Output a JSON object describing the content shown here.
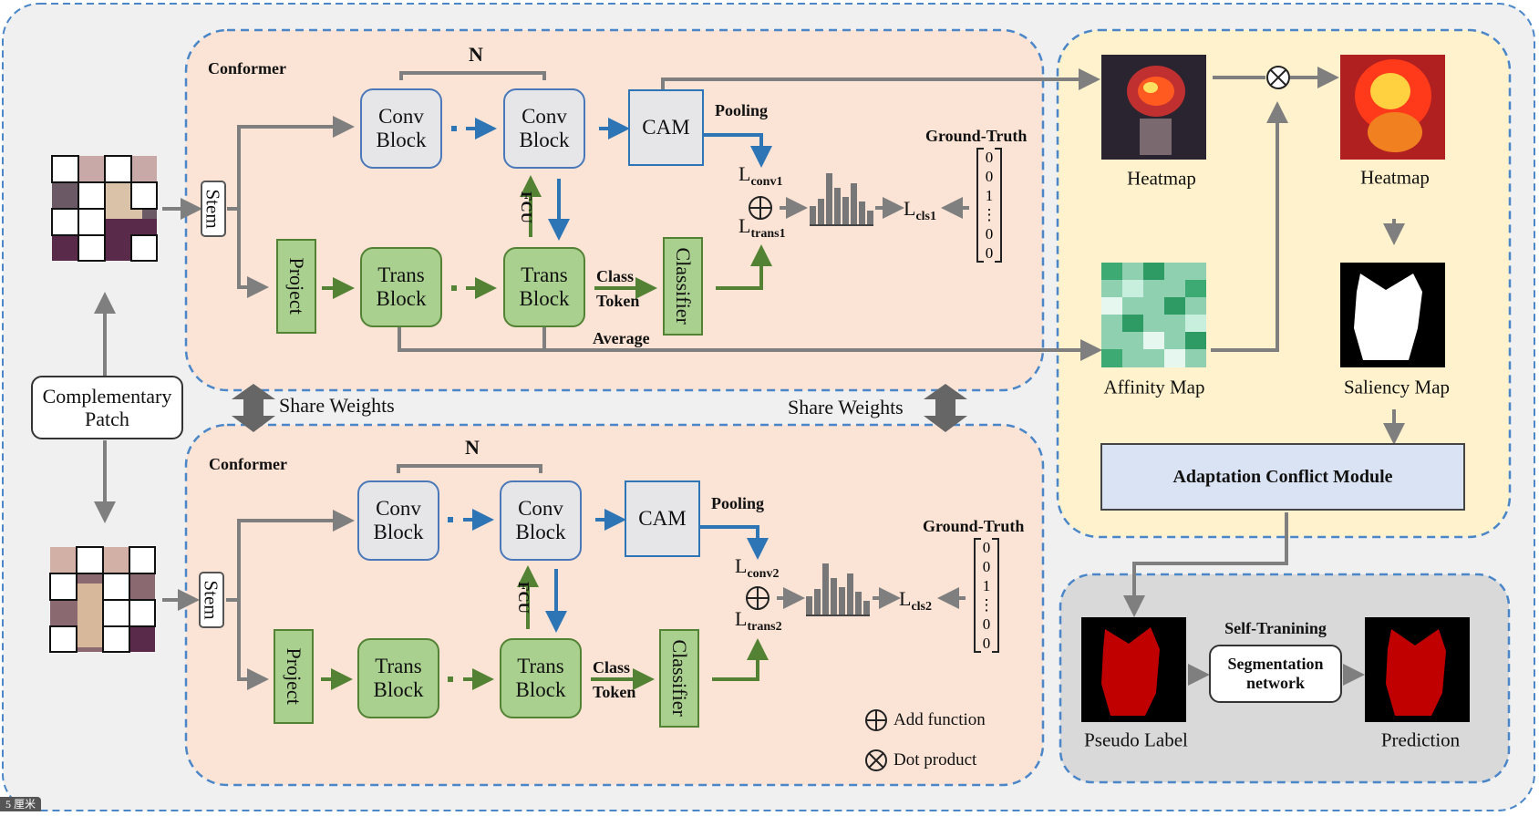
{
  "colors": {
    "grey_arrow": "#7f7f7f",
    "blue_arrow": "#2e75b6",
    "green_arrow": "#548235",
    "dashed": "#4a86c8",
    "conformer_bg": "#fbe4d5",
    "yellow_bg": "#fff2cc",
    "grey_bg": "#d9d9d9",
    "acm_bg": "#dae3f3"
  },
  "branch1": {
    "title": "Conformer",
    "n": "N",
    "conv_block": "Conv\nBlock",
    "cam": "CAM",
    "pooling": "Pooling",
    "fcu": "FCU",
    "trans_block": "Trans\nBlock",
    "class_token": "Class\nToken",
    "classifier": "Classifier",
    "average": "Average",
    "stem": "Stem",
    "project": "Project",
    "loss_conv": "L",
    "loss_conv_sub": "conv1",
    "loss_trans": "L",
    "loss_trans_sub": "trans1",
    "loss_cls": "L",
    "loss_cls_sub": "cls1",
    "ground_truth": "Ground-Truth",
    "gt_vector": [
      "0",
      "0",
      "1",
      "⋮",
      "0",
      "0"
    ]
  },
  "branch2": {
    "title": "Conformer",
    "n": "N",
    "conv_block": "Conv\nBlock",
    "cam": "CAM",
    "pooling": "Pooling",
    "fcu": "FCU",
    "trans_block": "Trans\nBlock",
    "class_token": "Class\nToken",
    "classifier": "Classifier",
    "stem": "Stem",
    "project": "Project",
    "loss_conv": "L",
    "loss_conv_sub": "conv2",
    "loss_trans": "L",
    "loss_trans_sub": "trans2",
    "loss_cls": "L",
    "loss_cls_sub": "cls2",
    "ground_truth": "Ground-Truth",
    "gt_vector": [
      "0",
      "0",
      "1",
      "⋮",
      "0",
      "0"
    ]
  },
  "share_weights_left": "Share Weights",
  "share_weights_right": "Share Weights",
  "complementary_patch": "Complementary\nPatch",
  "right_panel": {
    "heatmap_1": "Heatmap",
    "heatmap_2": "Heatmap",
    "affinity_map": "Affinity Map",
    "saliency_map": "Saliency Map",
    "acm": "Adaptation Conflict Module"
  },
  "bottom_panel": {
    "self_training": "Self-Tranining",
    "seg_network": "Segmentation\nnetwork",
    "pseudo_label": "Pseudo Label",
    "prediction": "Prediction"
  },
  "legend": {
    "add": "Add  function",
    "dot": "Dot product"
  },
  "corner_tag": "5 厘米"
}
